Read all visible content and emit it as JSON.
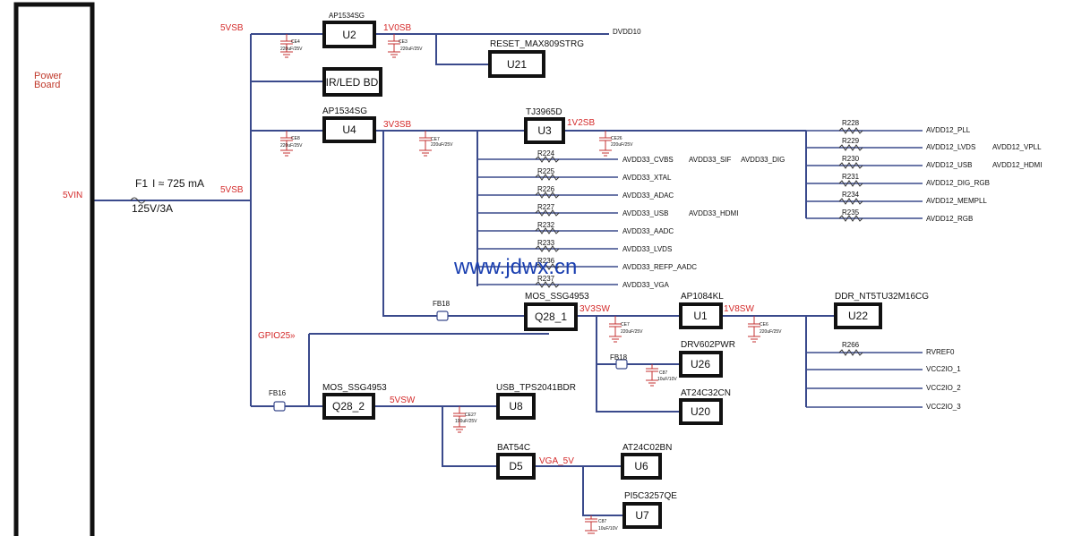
{
  "power_board": {
    "line1": "Power",
    "line2": "Board",
    "net": "5VIN"
  },
  "fuse": {
    "ref": "F1",
    "current": "I ≈ 725 mA",
    "rating": "125V/3A"
  },
  "nets": {
    "n5vsb_top": "5VSB",
    "n5vsb_mid": "5VSB",
    "n1v0sb": "1V0SB",
    "n3v3sb": "3V3SB",
    "n1v2sb": "1V2SB",
    "n3v3sw": "3V3SW",
    "n1v8sw": "1V8SW",
    "n5vsw": "5VSW",
    "vga5v": "VGA_5V",
    "gpio25": "GPIO25",
    "dvdd10": "DVDD10"
  },
  "blocks": {
    "u2": {
      "ref": "U2",
      "part": "AP1534SG"
    },
    "u21": {
      "ref": "U21",
      "part": "RESET_MAX809STRG"
    },
    "irled": {
      "ref": "IR/LED BD"
    },
    "u4": {
      "ref": "U4",
      "part": "AP1534SG"
    },
    "u3": {
      "ref": "U3",
      "part": "TJ3965D"
    },
    "q28_1": {
      "ref": "Q28_1",
      "part": "MOS_SSG4953"
    },
    "u1": {
      "ref": "U1",
      "part": "AP1084KL"
    },
    "u22": {
      "ref": "U22",
      "part": "DDR_NT5TU32M16CG"
    },
    "u26": {
      "ref": "U26",
      "part": "DRV602PWR"
    },
    "u20": {
      "ref": "U20",
      "part": "AT24C32CN"
    },
    "q28_2": {
      "ref": "Q28_2",
      "part": "MOS_SSG4953"
    },
    "u8": {
      "ref": "U8",
      "part": "USB_TPS2041BDR"
    },
    "d5": {
      "ref": "D5",
      "part": "BAT54C"
    },
    "u6": {
      "ref": "U6",
      "part": "AT24C02BN"
    },
    "u7": {
      "ref": "U7",
      "part": "PI5C3257QE"
    }
  },
  "beads": {
    "fb18a": "FB18",
    "fb18b": "FB18",
    "fb16": "FB16"
  },
  "caps": {
    "ce4": {
      "ref": "CE4",
      "val": "220uF/25V"
    },
    "ce3": {
      "ref": "CE3",
      "val": "220uF/25V"
    },
    "ce8": {
      "ref": "CE8",
      "val": "220uF/25V"
    },
    "ce7a": {
      "ref": "CE7",
      "val": "220uF/25V"
    },
    "ce26": {
      "ref": "CE26",
      "val": "220uF/25V"
    },
    "ce7b": {
      "ref": "CE7",
      "val": "220uF/25V"
    },
    "ce6": {
      "ref": "CE6",
      "val": "220uF/25V"
    },
    "c87a": {
      "ref": "C87",
      "val": "10uF/10V"
    },
    "ce27": {
      "ref": "CE27",
      "val": "100uF/25V"
    },
    "c87b": {
      "ref": "C87",
      "val": "10uF/10V"
    }
  },
  "avdd33": [
    {
      "res": "R224",
      "net": "AVDD33_CVBS",
      "extra": "AVDD33_SIF     AVDD33_DIG"
    },
    {
      "res": "R225",
      "net": "AVDD33_XTAL",
      "extra": ""
    },
    {
      "res": "R226",
      "net": "AVDD33_ADAC",
      "extra": ""
    },
    {
      "res": "R227",
      "net": "AVDD33_USB",
      "extra": "AVDD33_HDMI"
    },
    {
      "res": "R232",
      "net": "AVDD33_AADC",
      "extra": ""
    },
    {
      "res": "R233",
      "net": "AVDD33_LVDS",
      "extra": ""
    },
    {
      "res": "R236",
      "net": "AVDD33_REFP_AADC",
      "extra": ""
    },
    {
      "res": "R237",
      "net": "AVDD33_VGA",
      "extra": ""
    }
  ],
  "avdd12": [
    {
      "res": "R228",
      "net": "AVDD12_PLL",
      "extra": ""
    },
    {
      "res": "R229",
      "net": "AVDD12_LVDS",
      "extra": "AVDD12_VPLL"
    },
    {
      "res": "R230",
      "net": "AVDD12_USB",
      "extra": "AVDD12_HDMI"
    },
    {
      "res": "R231",
      "net": "AVDD12_DIG_RGB",
      "extra": ""
    },
    {
      "res": "R234",
      "net": "AVDD12_MEMPLL",
      "extra": ""
    },
    {
      "res": "R235",
      "net": "AVDD12_RGB",
      "extra": ""
    }
  ],
  "ddr": {
    "res": "R266",
    "rvref": "RVREF0",
    "vcc": [
      "VCC2IO_1",
      "VCC2IO_2",
      "VCC2IO_3"
    ]
  },
  "watermark": "www.jdwx.cn",
  "colors": {
    "wire": "#3a4a8c",
    "net_label": "#d42a2a",
    "block_border": "#111111",
    "watermark": "#1a3fb0"
  }
}
